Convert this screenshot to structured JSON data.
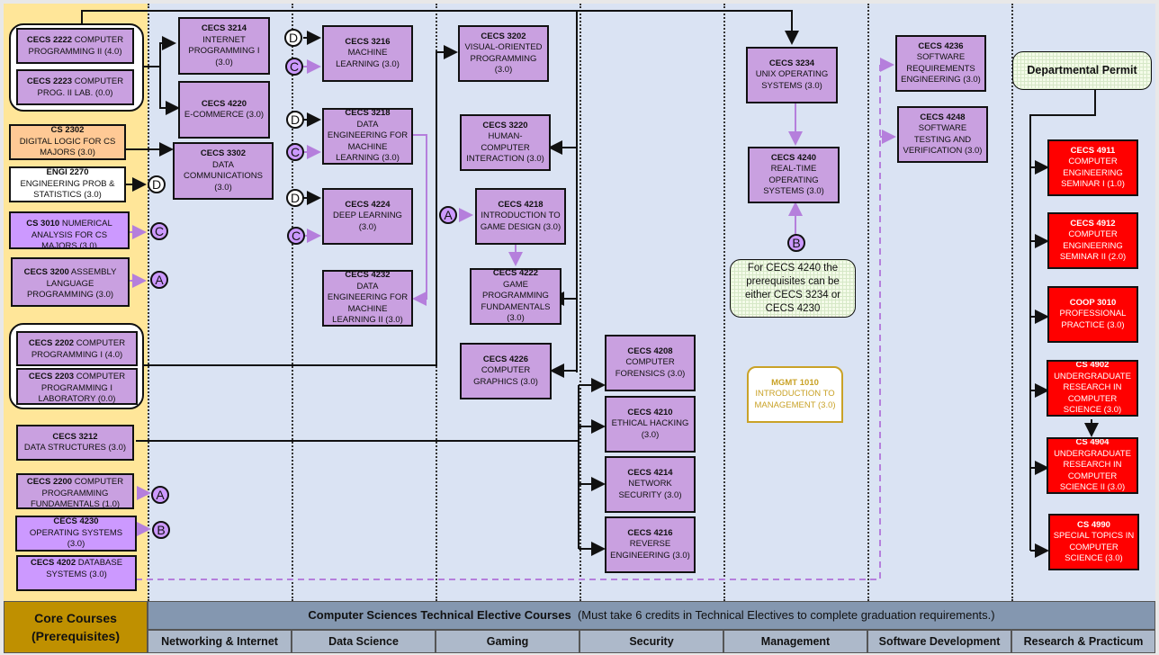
{
  "colors": {
    "core_bg": "#ffe699",
    "elective_bg": "#dae3f3",
    "course_fill": "#c9a0e0",
    "course_fill_alt": "#cc99ff",
    "digital_logic_fill": "#ffc995",
    "research_fill": "#ff0000",
    "management_accent": "#c9a227",
    "footer_core": "#bf9000",
    "footer_title": "#8497b0",
    "footer_category": "#adb9ca"
  },
  "core_courses": [
    {
      "code": "CECS 2222",
      "title": "COMPUTER PROGRAMMING II (4.0)"
    },
    {
      "code": "CECS 2223",
      "title": "COMPUTER PROG. II LAB. (0.0)"
    },
    {
      "code": "CS 2302",
      "title": "DIGITAL LOGIC FOR CS MAJORS (3.0)"
    },
    {
      "code": "ENGI 2270",
      "title": "ENGINEERING PROB & STATISTICS (3.0)"
    },
    {
      "code": "CS 3010",
      "title": "NUMERICAL ANALYSIS FOR CS MAJORS (3.0)"
    },
    {
      "code": "CECS 3200",
      "title": "ASSEMBLY LANGUAGE PROGRAMMING (3.0)"
    },
    {
      "code": "CECS 2202",
      "title": "COMPUTER PROGRAMMING I (4.0)"
    },
    {
      "code": "CECS 2203",
      "title": "COMPUTER PROGRAMMING I LABORATORY (0.0)"
    },
    {
      "code": "CECS 3212",
      "title": "DATA STRUCTURES (3.0)"
    },
    {
      "code": "CECS 2200",
      "title": "COMPUTER PROGRAMMING FUNDAMENTALS (1.0)"
    },
    {
      "code": "CECS 4230",
      "title": "OPERATING SYSTEMS (3.0)"
    },
    {
      "code": "CECS 4202",
      "title": "DATABASE SYSTEMS (3.0)"
    }
  ],
  "networking": [
    {
      "code": "CECS 3214",
      "title": "INTERNET PROGRAMMING I (3.0)"
    },
    {
      "code": "CECS 4220",
      "title": "E-COMMERCE (3.0)"
    },
    {
      "code": "CECS 3302",
      "title": "DATA COMMUNICATIONS (3.0)"
    }
  ],
  "data_science": [
    {
      "code": "CECS 3216",
      "title": "MACHINE LEARNING (3.0)"
    },
    {
      "code": "CECS 3218",
      "title": "DATA ENGINEERING FOR MACHINE LEARNING (3.0)"
    },
    {
      "code": "CECS 4224",
      "title": "DEEP LEARNING (3.0)"
    },
    {
      "code": "CECS 4232",
      "title": "DATA ENGINEERING FOR MACHINE LEARNING II (3.0)"
    }
  ],
  "gaming": [
    {
      "code": "CECS 3202",
      "title": "VISUAL-ORIENTED PROGRAMMING (3.0)"
    },
    {
      "code": "CECS 3220",
      "title": "HUMAN-COMPUTER INTERACTION (3.0)"
    },
    {
      "code": "CECS 4218",
      "title": "INTRODUCTION TO GAME DESIGN (3.0)"
    },
    {
      "code": "CECS 4222",
      "title": "GAME PROGRAMMING FUNDAMENTALS (3.0)"
    },
    {
      "code": "CECS 4226",
      "title": "COMPUTER GRAPHICS (3.0)"
    }
  ],
  "security": [
    {
      "code": "CECS 4208",
      "title": "COMPUTER FORENSICS (3.0)"
    },
    {
      "code": "CECS 4210",
      "title": "ETHICAL HACKING (3.0)"
    },
    {
      "code": "CECS 4214",
      "title": "NETWORK SECURITY (3.0)"
    },
    {
      "code": "CECS 4216",
      "title": "REVERSE ENGINEERING (3.0)"
    }
  ],
  "management": [
    {
      "code": "CECS 3234",
      "title": "UNIX OPERATING SYSTEMS (3.0)"
    },
    {
      "code": "CECS 4240",
      "title": "REAL-TIME OPERATING SYSTEMS (3.0)"
    },
    {
      "code": "MGMT 1010",
      "title": "INTRODUCTION TO MANAGEMENT (3.0)"
    }
  ],
  "management_note": "For CECS 4240 the prerequisites can be either CECS 3234 or CECS 4230",
  "software_dev": [
    {
      "code": "CECS 4236",
      "title": "SOFTWARE REQUIREMENTS ENGINEERING (3.0)"
    },
    {
      "code": "CECS 4248",
      "title": "SOFTWARE TESTING AND VERIFICATION (3.0)"
    }
  ],
  "research": {
    "permit_label": "Departmental Permit",
    "courses": [
      {
        "code": "CECS 4911",
        "title": "COMPUTER ENGINEERING SEMINAR I (1.0)"
      },
      {
        "code": "CECS 4912",
        "title": "COMPUTER ENGINEERING SEMINAR II (2.0)"
      },
      {
        "code": "COOP 3010",
        "title": "PROFESSIONAL PRACTICE (3.0)"
      },
      {
        "code": "CS 4902",
        "title": "UNDERGRADUATE RESEARCH IN COMPUTER SCIENCE (3.0)"
      },
      {
        "code": "CS 4904",
        "title": "UNDERGRADUATE RESEARCH IN COMPUTER SCIENCE II (3.0)"
      },
      {
        "code": "CS 4990",
        "title": "SPECIAL TOPICS IN COMPUTER SCIENCE (3.0)"
      }
    ]
  },
  "connectors": {
    "A": "A",
    "B": "B",
    "C": "C",
    "D": "D"
  },
  "footer": {
    "core_label_1": "Core Courses",
    "core_label_2": "(Prerequisites)",
    "title": "Computer Sciences Technical Elective Courses",
    "subtitle": "(Must take 6 credits in Technical Electives to complete graduation requirements.)",
    "categories": [
      "Networking & Internet",
      "Data Science",
      "Gaming",
      "Security",
      "Management",
      "Software Development",
      "Research & Practicum"
    ]
  }
}
